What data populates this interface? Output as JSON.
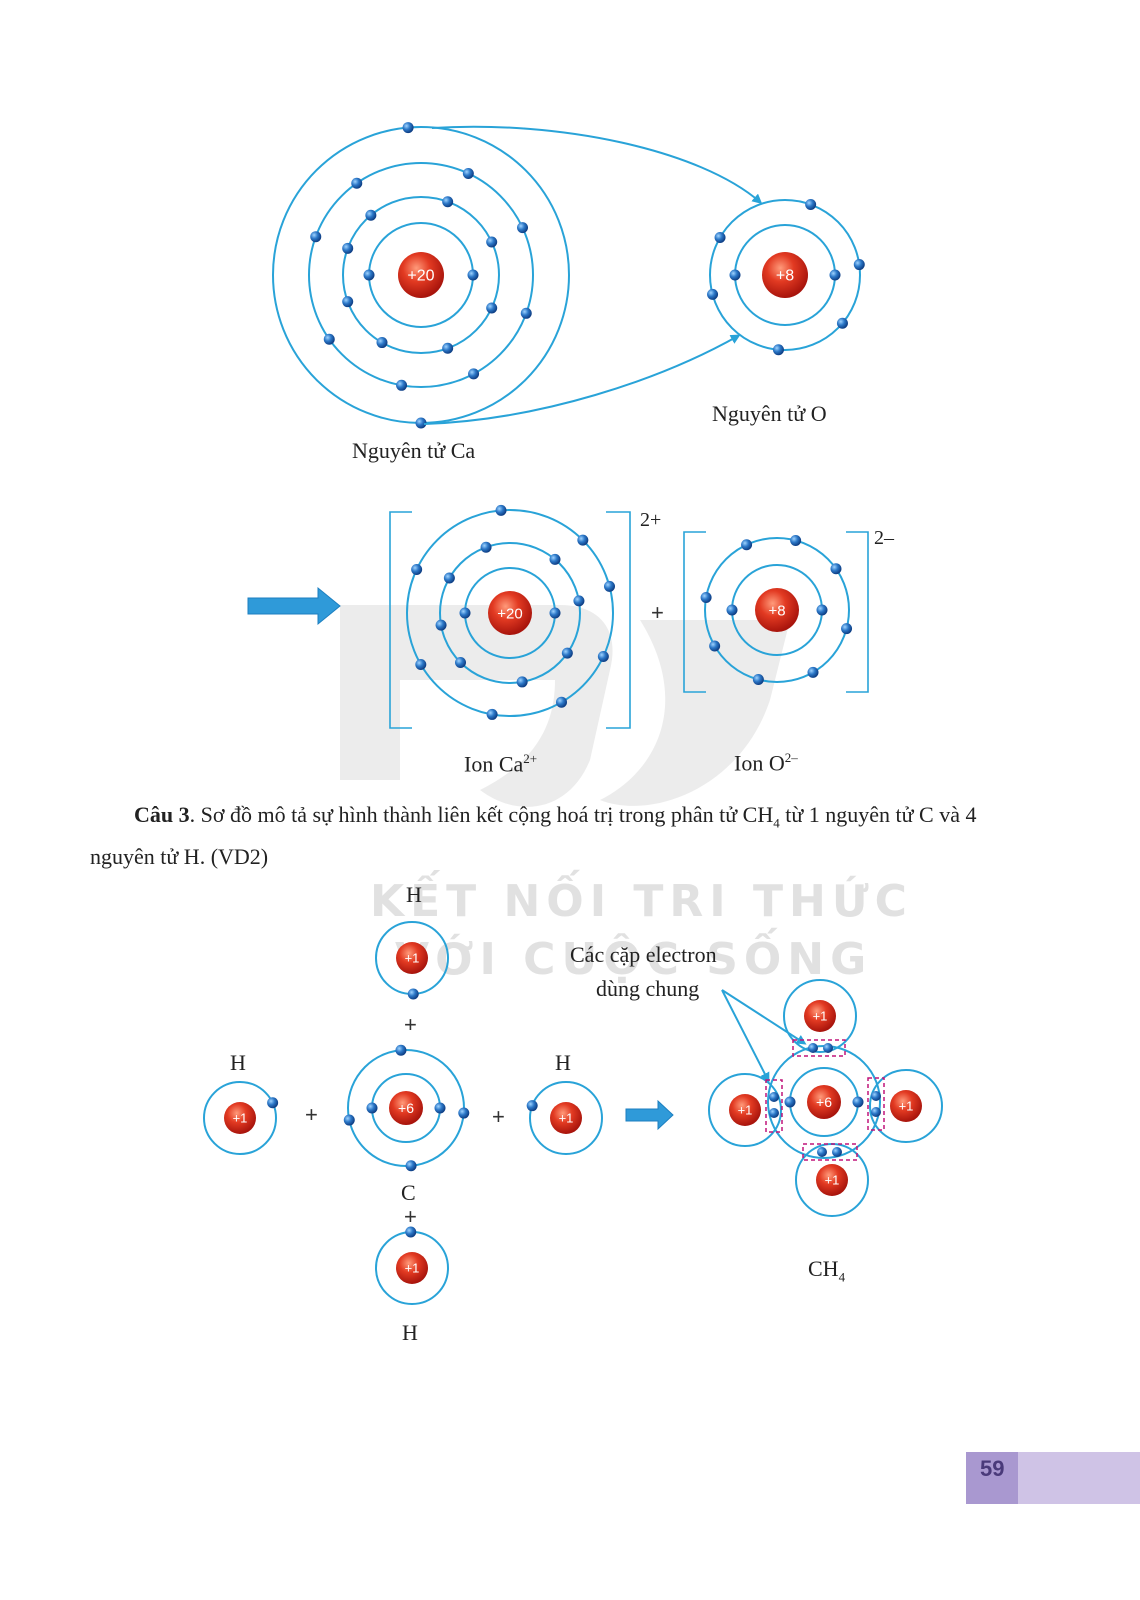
{
  "diagram1": {
    "ca_label": "Nguyên tử Ca",
    "o_label": "Nguyên tử O",
    "ca_charge": "+20",
    "o_charge": "+8"
  },
  "diagram2": {
    "ion_ca_label": "Ion Ca",
    "ion_ca_sup": "2+",
    "ion_o_label": "Ion O",
    "ion_o_sup": "2–",
    "ca_bracket_charge": "2+",
    "o_bracket_charge": "2–",
    "plus": "+"
  },
  "question": {
    "number": "Câu 3",
    "text_part1": ". Sơ đồ mô tả sự hình thành liên kết cộng hoá trị trong phân tử CH",
    "sub": "4",
    "text_part2": " từ 1 nguyên tử C và 4 nguyên tử H. (VD2)"
  },
  "diagram3": {
    "h_label": "H",
    "c_label": "C",
    "plus": "+",
    "shared_pairs_line1": "Các cặp electron",
    "shared_pairs_line2": "dùng chung",
    "ch4_label": "CH",
    "ch4_sub": "4",
    "h_charge": "+1",
    "c_charge": "+6"
  },
  "watermark": {
    "line1": "KẾT NỐI TRI THỨC",
    "line2": "VỚI CUỘC SỐNG"
  },
  "colors": {
    "shell": "#29a3d8",
    "nucleus": "#d8321f",
    "electron": "#2c6fc0",
    "arrow": "#2f9ad9",
    "highlight": "#c0157a",
    "tab": "#b9a9d8"
  },
  "page_number": "59"
}
